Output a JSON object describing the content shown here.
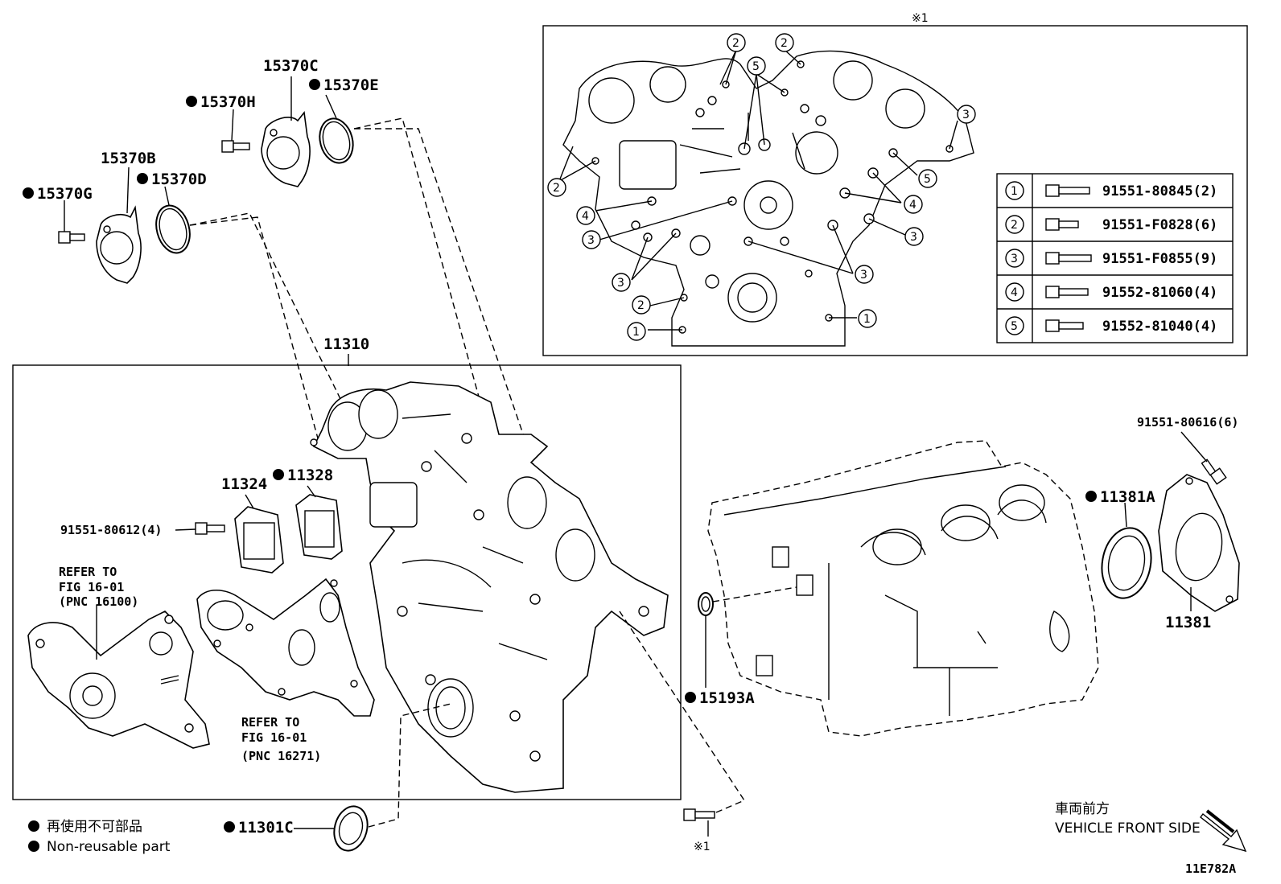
{
  "diagram_code": "11E782A",
  "inset": {
    "title": "※1",
    "callouts": [
      "1",
      "2",
      "3",
      "4",
      "5"
    ],
    "bolt_table": [
      {
        "num": "1",
        "part": "91551-80845(2)"
      },
      {
        "num": "2",
        "part": "91551-F0828(6)"
      },
      {
        "num": "3",
        "part": "91551-F0855(9)"
      },
      {
        "num": "4",
        "part": "91552-81060(4)"
      },
      {
        "num": "5",
        "part": "91552-81040(4)"
      }
    ]
  },
  "parts": {
    "p15370C": "15370C",
    "p15370E": "15370E",
    "p15370H": "15370H",
    "p15370B": "15370B",
    "p15370D": "15370D",
    "p15370G": "15370G",
    "p11310": "11310",
    "p11324": "11324",
    "p11328": "11328",
    "p91551_80612": "91551-80612(4)",
    "p91551_80616": "91551-80616(6)",
    "p11381A": "11381A",
    "p11381": "11381",
    "p15193A": "15193A",
    "p11301C": "11301C",
    "bolt_ref": "※1"
  },
  "refs": {
    "ref1_line1": "REFER TO",
    "ref1_line2": "FIG 16-01",
    "ref1_line3": "(PNC 16100)",
    "ref2_line1": "REFER TO",
    "ref2_line2": "FIG 16-01",
    "ref2_line3": "(PNC 16271)"
  },
  "legend": {
    "jp": "再使用不可部品",
    "en": "Non-reusable part"
  },
  "direction": {
    "jp": "車両前方",
    "en": "VEHICLE FRONT SIDE"
  }
}
